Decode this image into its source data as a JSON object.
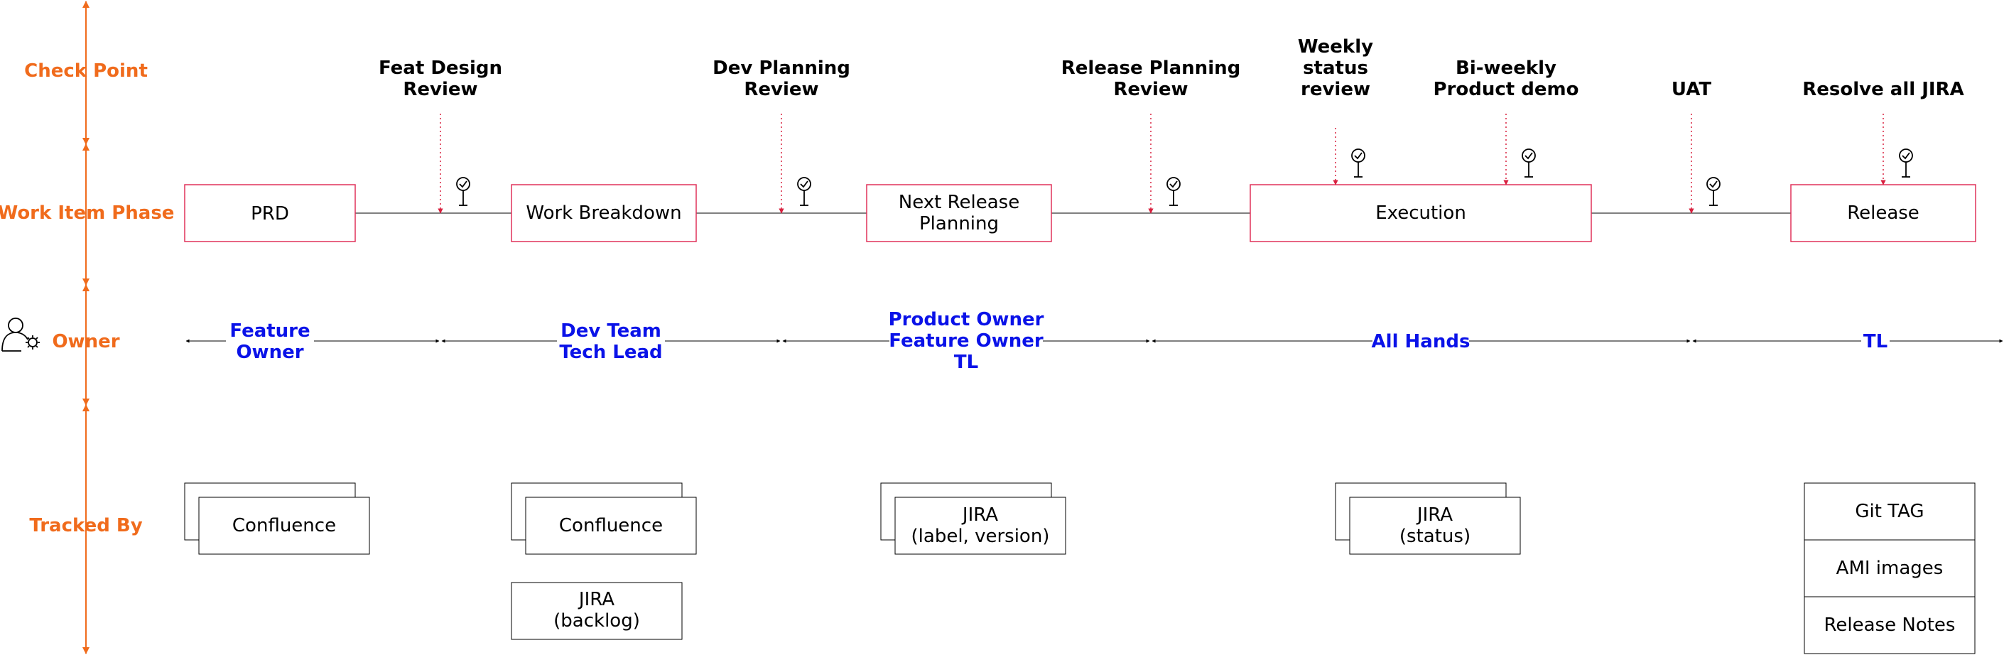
{
  "colors": {
    "lane": "#f06b1c",
    "phase_border": "#e0325a",
    "checkpoint_arrow": "#d8203f",
    "owner_text": "#0a12e8",
    "line": "#000000"
  },
  "lanes": {
    "checkpoint": "Check Point",
    "work_item_phase": "Work Item Phase",
    "owner": "Owner",
    "tracked_by": "Tracked By"
  },
  "owner_icon": "user-settings-icon",
  "checkpoints": [
    {
      "lines": [
        "Feat Design",
        "Review"
      ],
      "icon": "checkpoint-pin-icon"
    },
    {
      "lines": [
        "Dev Planning",
        "Review"
      ],
      "icon": "checkpoint-pin-icon"
    },
    {
      "lines": [
        "Release Planning",
        "Review"
      ],
      "icon": "checkpoint-pin-icon"
    },
    {
      "lines": [
        "Weekly",
        "status",
        "review"
      ],
      "icon": "checkpoint-pin-icon"
    },
    {
      "lines": [
        "Bi-weekly",
        "Product demo"
      ],
      "icon": "checkpoint-pin-icon"
    },
    {
      "lines": [
        "UAT"
      ],
      "icon": "checkpoint-pin-icon"
    },
    {
      "lines": [
        "Resolve all JIRA"
      ],
      "icon": "checkpoint-pin-icon"
    }
  ],
  "phases": [
    {
      "lines": [
        "PRD"
      ]
    },
    {
      "lines": [
        "Work Breakdown"
      ]
    },
    {
      "lines": [
        "Next Release",
        "Planning"
      ]
    },
    {
      "lines": [
        "Execution"
      ]
    },
    {
      "lines": [
        "Release"
      ]
    }
  ],
  "owners": [
    {
      "lines": [
        "Feature",
        "Owner"
      ]
    },
    {
      "lines": [
        "Dev Team",
        "Tech Lead"
      ]
    },
    {
      "lines": [
        "Product Owner",
        "Feature Owner",
        "TL"
      ]
    },
    {
      "lines": [
        "All Hands"
      ]
    },
    {
      "lines": [
        "TL"
      ]
    }
  ],
  "tracked_by": [
    {
      "style": "stacked",
      "lines": [
        "Confluence"
      ]
    },
    {
      "style": "stacked",
      "lines": [
        "Confluence"
      ]
    },
    {
      "style": "single",
      "lines": [
        "JIRA",
        "(backlog)"
      ]
    },
    {
      "style": "stacked",
      "lines": [
        "JIRA",
        "(label, version)"
      ]
    },
    {
      "style": "stacked",
      "lines": [
        "JIRA",
        "(status)"
      ]
    },
    {
      "style": "table",
      "cells": [
        "Git TAG",
        "AMI images",
        "Release Notes"
      ]
    }
  ]
}
